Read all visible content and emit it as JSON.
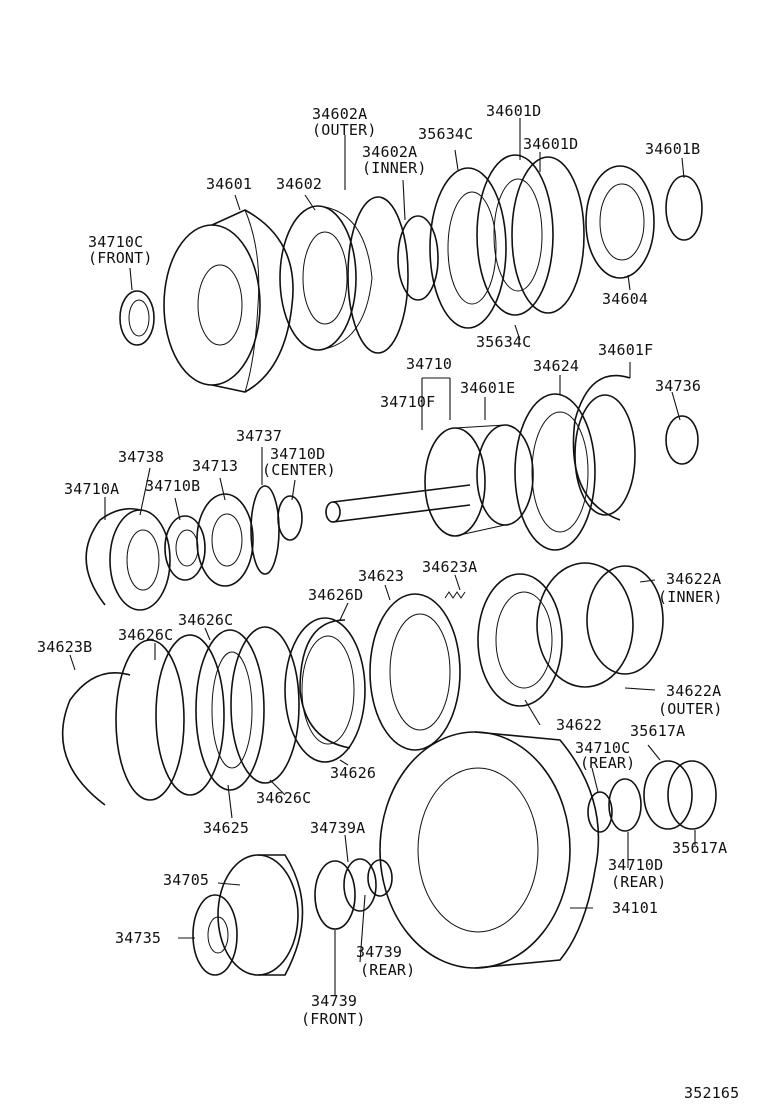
{
  "diagram_number": "352165",
  "labels": {
    "p34602a_outer": "34602A",
    "p34602a_outer_sub": "(OUTER)",
    "p34601d_top": "34601D",
    "p35634c_top": "35634C",
    "p34602a_inner": "34602A",
    "p34602a_inner_sub": "(INNER)",
    "p34601d_mid": "34601D",
    "p34601": "34601",
    "p34602": "34602",
    "p34601b": "34601B",
    "p34710c_front": "34710C",
    "p34710c_front_sub": "(FRONT)",
    "p34604": "34604",
    "p35634c_bottom": "35634C",
    "p34710": "34710",
    "p34624": "34624",
    "p34601f": "34601F",
    "p34710f": "34710F",
    "p34601e": "34601E",
    "p34736": "34736",
    "p34737": "34737",
    "p34738": "34738",
    "p34713": "34713",
    "p34710d_center": "34710D",
    "p34710d_center_sub": "(CENTER)",
    "p34710a": "34710A",
    "p34710b": "34710B",
    "p34623": "34623",
    "p34623a": "34623A",
    "p34626d": "34626D",
    "p34626c_top": "34626C",
    "p34622a_inner": "34622A",
    "p34622a_inner_sub": "(INNER)",
    "p34623b": "34623B",
    "p34626c_left": "34626C",
    "p34622a_outer": "34622A",
    "p34622a_outer_sub": "(OUTER)",
    "p34622": "34622",
    "p35617a_top": "35617A",
    "p34710c_rear": "34710C",
    "p34710c_rear_sub": "(REAR)",
    "p34626": "34626",
    "p34626c_bottom": "34626C",
    "p34625": "34625",
    "p34739a": "34739A",
    "p35617a_bottom": "35617A",
    "p34710d_rear": "34710D",
    "p34710d_rear_sub": "(REAR)",
    "p34705": "34705",
    "p34101": "34101",
    "p34735": "34735",
    "p34739_rear": "34739",
    "p34739_rear_sub": "(REAR)",
    "p34739_front": "34739",
    "p34739_front_sub": "(FRONT)"
  }
}
